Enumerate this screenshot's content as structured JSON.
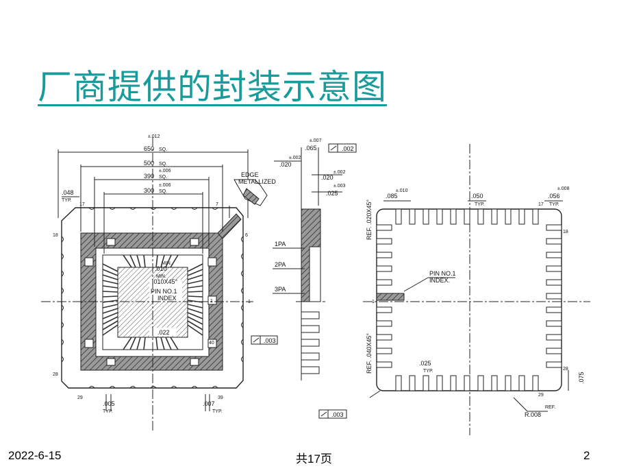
{
  "slide": {
    "title": "厂商提供的封装示意图",
    "footer": {
      "date": "2022-6-15",
      "total": "共17页",
      "page_number": "2"
    }
  },
  "drawing_labels": {
    "left_view": {
      "dim_650": "650",
      "dim_650_tol": "±.012",
      "dim_500": "500",
      "dim_390": "390",
      "dim_390_tol": "±.006",
      "dim_300": "300",
      "dim_300_tol": "±.006",
      "sq": "SQ.",
      "dim_048": ".048",
      "typ": "TYP.",
      "edge": "EDGE",
      "metallized": "METALLIZED",
      "min": "MIN.",
      "dim_010": ".010",
      "chamfer": ".010X45°",
      "pin_no1": "PIN NO.1",
      "index": "INDEX",
      "dim_022": ".022",
      "flat_003": ".003",
      "dim_005": ".005",
      "dim_007": ".007",
      "pin_17": "17",
      "pin_7": "7",
      "pin_18": "18",
      "pin_6": "6",
      "pin_1": "1",
      "pin_28": "28",
      "pin_40": "40",
      "pin_29": "29",
      "pin_39": "39"
    },
    "side_view": {
      "dim_065": ".065",
      "dim_065_tol": "±.007",
      "flat_002": ".002",
      "dim_020a": ".020",
      "dim_020a_tol": "±.002",
      "dim_020b": ".020",
      "dim_020b_tol": "±.002",
      "dim_025": ".025",
      "dim_025_tol": "±.003",
      "pa1": "1PA",
      "pa2": "2PA",
      "pa3": "3PA",
      "flat_003": ".003"
    },
    "right_view": {
      "dim_085": ".085",
      "dim_085_tol": "±.010",
      "dim_050": ".050",
      "dim_056": ".056",
      "dim_056_tol": "±.008",
      "typ": "TYP.",
      "ref_020": "REF. .020X45°",
      "ref_040": "REF. .040X45°",
      "pin_no1": "PIN NO.1",
      "index": "INDEX.",
      "dim_025": ".025",
      "dim_075": ".075",
      "r_008": "R.008",
      "ref": "REF.",
      "pin_17": "17",
      "pin_18": "18",
      "pin_1": "1",
      "pin_28": "28",
      "pin_29": "29"
    }
  }
}
